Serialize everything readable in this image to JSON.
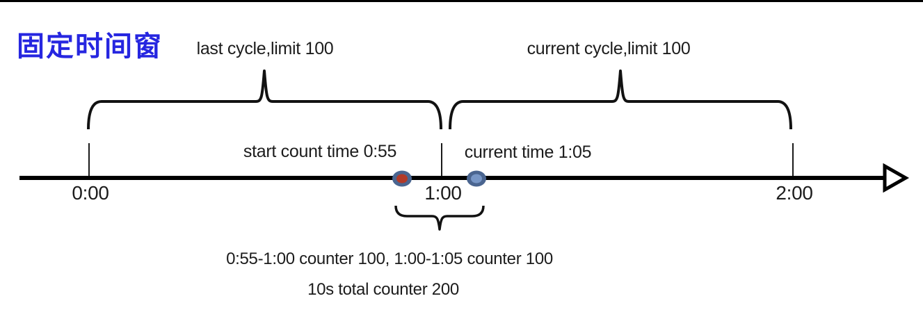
{
  "title": {
    "text": "固定时间窗",
    "color": "#2626E0"
  },
  "cycles": {
    "last_label": "last cycle,limit 100",
    "current_label": "current cycle,limit 100"
  },
  "timeline": {
    "tick_labels": [
      "0:00",
      "1:00",
      "2:00"
    ]
  },
  "events": {
    "start_count_label": "start count time 0:55",
    "current_time_label": "current time 1:05"
  },
  "markers": {
    "start": {
      "ring_color": "#4A6590",
      "fill_color": "#B23A28"
    },
    "current": {
      "ring_color": "#4A6590",
      "fill_color": "#7796C6"
    }
  },
  "summary": {
    "line1": "0:55-1:00 counter 100, 1:00-1:05 counter 100",
    "line2": "10s total counter 200"
  }
}
